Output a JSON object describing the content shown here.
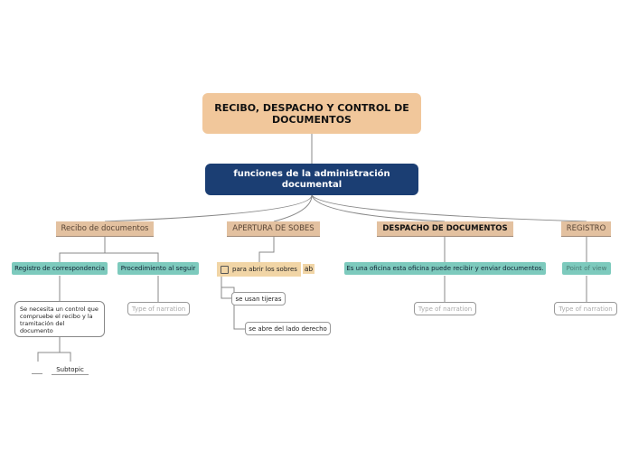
{
  "root": "RECIBO, DESPACHO Y CONTROL DE DOCUMENTOS",
  "main": "funciones de la administración documental",
  "categories": {
    "recibo": "Recibo de documentos",
    "apertura": "APERTURA DE SOBES",
    "despacho": "DESPACHO DE DOCUMENTOS",
    "registro": "REGISTRO"
  },
  "recibo_children": {
    "registro_corr": "Registro de correspondencia",
    "procedimiento": "Procedimiento al seguir",
    "note": "Se necesita un control que compruebe el recibo y la tramitación del documento",
    "type_narration": "Type of narration",
    "subtopic": "Subtopic"
  },
  "apertura_children": {
    "para_abrir": "para abrir los sobres",
    "ab_badge": "ab",
    "tijeras": "se usan tijeras",
    "lado": "se abre del lado derecho"
  },
  "despacho_children": {
    "oficina": "Es una oficina esta oficina puede recibir y enviar documentos.",
    "type_narration": "Type of narration"
  },
  "registro_children": {
    "point_of_view": "Point of view",
    "type_narration": "Type of narration"
  }
}
